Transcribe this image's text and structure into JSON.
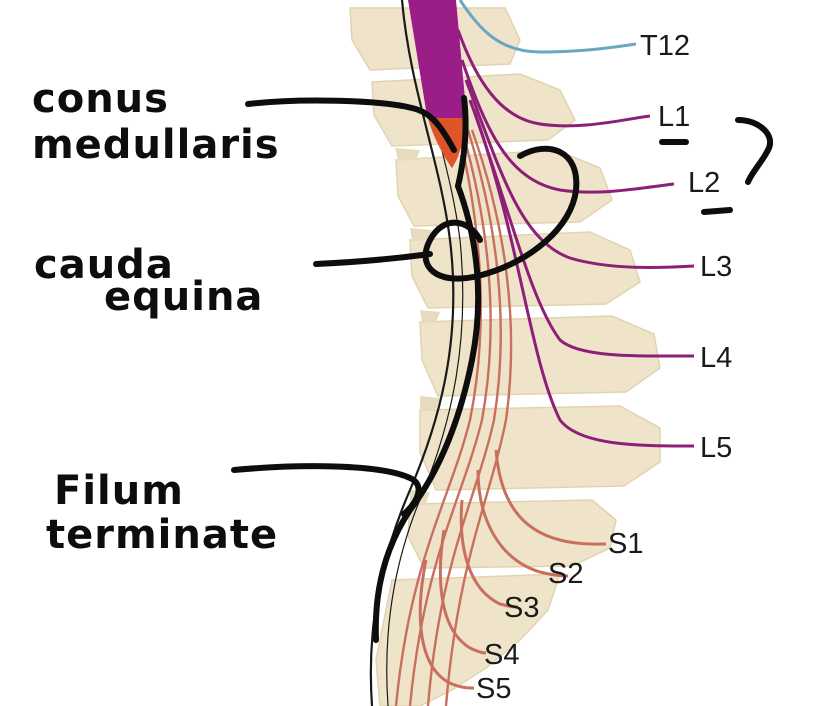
{
  "labels": {
    "t12": "T12",
    "l1": "L1",
    "l2": "L2",
    "l3": "L3",
    "l4": "L4",
    "l5": "L5",
    "s1": "S1",
    "s2": "S2",
    "s3": "S3",
    "s4": "S4",
    "s5": "S5"
  },
  "annotations": {
    "conus_line1": "conus",
    "conus_line2": "medullaris",
    "cauda_line1": "cauda",
    "cauda_line2": "equina",
    "filum_line1": "Filum",
    "filum_line2": "terminate"
  },
  "colors": {
    "vertebra": "#efe4ca",
    "vertebra_edge": "#e2d3b0",
    "lumbar_nerve": "#8e1f78",
    "conus": "#9b1d88",
    "conus_tip": "#e0542c",
    "sacral_nerve": "#c8705e",
    "t12_nerve": "#6aa7c0",
    "ink": "#0d0d0d"
  }
}
